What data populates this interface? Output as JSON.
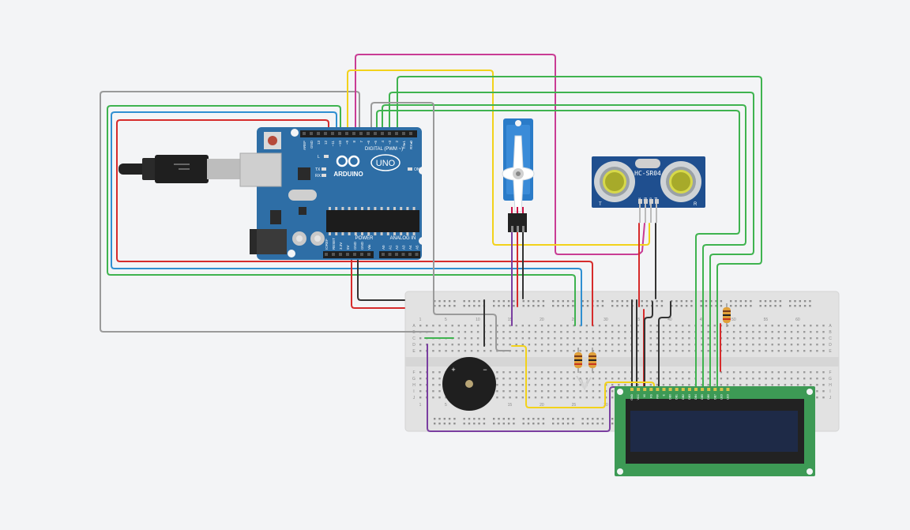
{
  "colors": {
    "background": "#f3f4f6",
    "arduino_board": "#2e6ea6",
    "breadboard": "#e2e2e2",
    "lcd_pcb": "#3d9a55",
    "lcd_screen": "#1e2a47",
    "sensor_board": "#1f4f8f",
    "servo_body": "#2a7bc8",
    "wire_red": "#d62b2b",
    "wire_black": "#333333",
    "wire_green": "#3fb34f",
    "wire_yellow": "#f2d21b",
    "wire_magenta": "#c93c94",
    "wire_purple": "#7a3ea0",
    "wire_gray": "#9a9a9a",
    "wire_blue": "#2f8fd1"
  },
  "arduino": {
    "brand": "ARDUINO",
    "model": "UNO",
    "digital_header": "DIGITAL (PWM ~)",
    "power_header": "POWER",
    "analog_header": "ANALOG IN",
    "on_label": "ON",
    "tx_label": "TX",
    "rx_label": "RX",
    "l_label": "L",
    "digital_pins": [
      "AREF",
      "GND",
      "13",
      "12",
      "~11",
      "~10",
      "~9",
      "8",
      "7",
      "~6",
      "~5",
      "4",
      "~3",
      "2",
      "TX▸1",
      "RX◂0"
    ],
    "power_pins": [
      "IOREF",
      "RESET",
      "3.3V",
      "5V",
      "GND",
      "GND",
      "Vin"
    ],
    "analog_pins": [
      "A0",
      "A1",
      "A2",
      "A3",
      "A4",
      "A5"
    ]
  },
  "sensor": {
    "label": "HC-SR04",
    "pins": [
      "Vcc",
      "Trig",
      "Echo",
      "Gnd"
    ],
    "corner_left": "T",
    "corner_right": "R"
  },
  "breadboard": {
    "column_numbers": [
      "1",
      "5",
      "10",
      "15",
      "20",
      "25",
      "30",
      "35",
      "40",
      "45",
      "50",
      "55",
      "60"
    ],
    "row_letters_top": [
      "A",
      "B",
      "C",
      "D",
      "E"
    ],
    "row_letters_bottom": [
      "F",
      "G",
      "H",
      "I",
      "J"
    ]
  },
  "lcd": {
    "pin_labels": [
      "GND",
      "VCC",
      "V0",
      "RS",
      "RW",
      "E",
      "DB0",
      "DB1",
      "DB2",
      "DB3",
      "DB4",
      "DB5",
      "DB6",
      "DB7",
      "LED",
      "LED"
    ]
  },
  "buzzer": {
    "plus": "+",
    "minus": "−"
  }
}
